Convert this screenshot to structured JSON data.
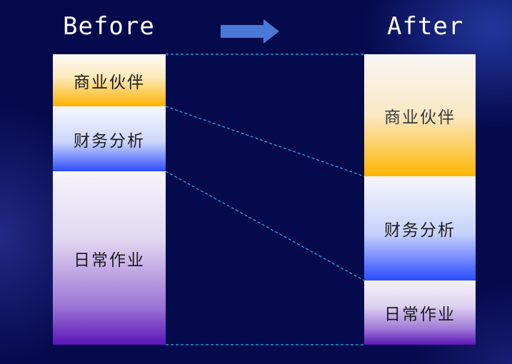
{
  "titles": {
    "before": "Before",
    "after": "After"
  },
  "before_blocks": {
    "partners": "商业伙伴",
    "finance": "财务分析",
    "daily": "日常作业"
  },
  "after_blocks": {
    "partners": "商业伙伴",
    "finance": "财务分析",
    "daily": "日常作业"
  },
  "colors": {
    "background": "#050a4d",
    "partners_accent": "#fcb200",
    "finance_accent": "#2f4eff",
    "daily_accent": "#5a15b8",
    "connector": "#27b4f0",
    "arrow": "#4a78d6"
  }
}
